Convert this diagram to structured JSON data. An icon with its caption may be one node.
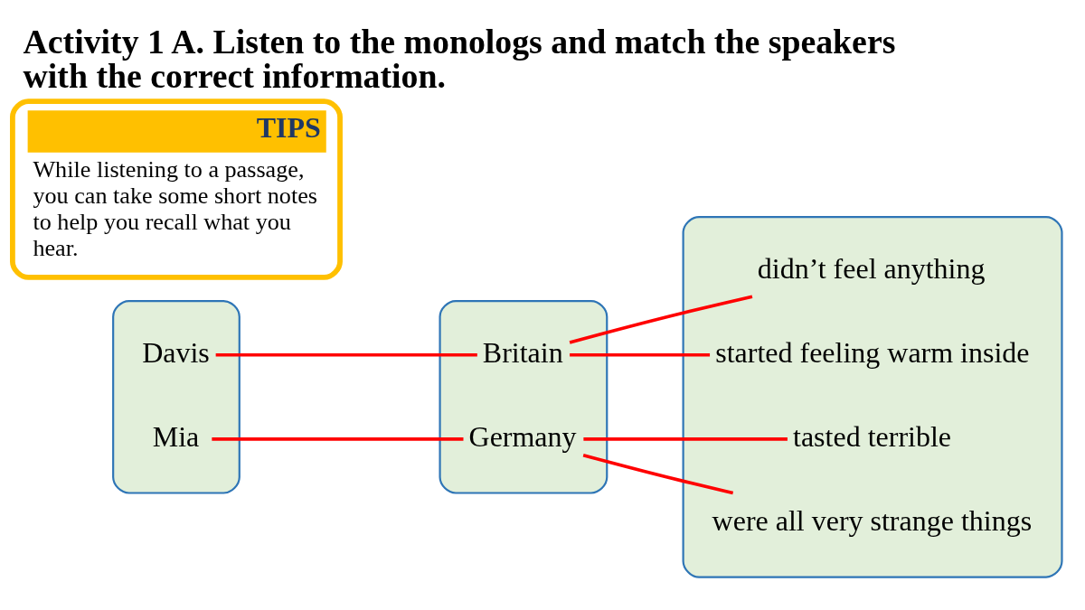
{
  "diagram": {
    "title": "Activity 1 A. Listen to the monologs and match the speakers with the correct information.",
    "nodes": [
      {
        "text": [],
        "shape": "box"
      },
      {
        "text": [
          "Davis"
        ],
        "in": 0
      },
      {
        "text": [
          "Mia"
        ],
        "in": 0
      },
      {
        "text": [],
        "shape": "box"
      },
      {
        "text": [
          "Germany"
        ],
        "in": 3
      },
      {
        "text": [
          "Britain"
        ],
        "in": 3
      },
      {
        "text": [],
        "shape": "box"
      },
      {
        "text": [
          "tasted terrible"
        ],
        "in": 6
      },
      {
        "text": [
          "didn’t feel anything"
        ],
        "in": 6
      },
      {
        "text": [
          "were all very strange things"
        ],
        "in": 6
      },
      {
        "text": [
          "started feeling warm inside"
        ],
        "in": 6
      },
      {
        "text": [
          "TIPS",
          "While listening to a passage, you can take some short notes to help you recall what you hear."
        ]
      }
    ],
    "edges": [
      {
        "from": 1,
        "to": 5,
        "arrow": "none"
      },
      {
        "from": 2,
        "to": 4,
        "arrow": "none"
      },
      {
        "from": 4,
        "to": 7,
        "arrow": "none"
      },
      {
        "from": 4,
        "to": 9,
        "arrow": "none"
      },
      {
        "from": 5,
        "to": 8,
        "arrow": "none"
      },
      {
        "from": 5,
        "to": 10,
        "arrow": "none"
      }
    ]
  }
}
